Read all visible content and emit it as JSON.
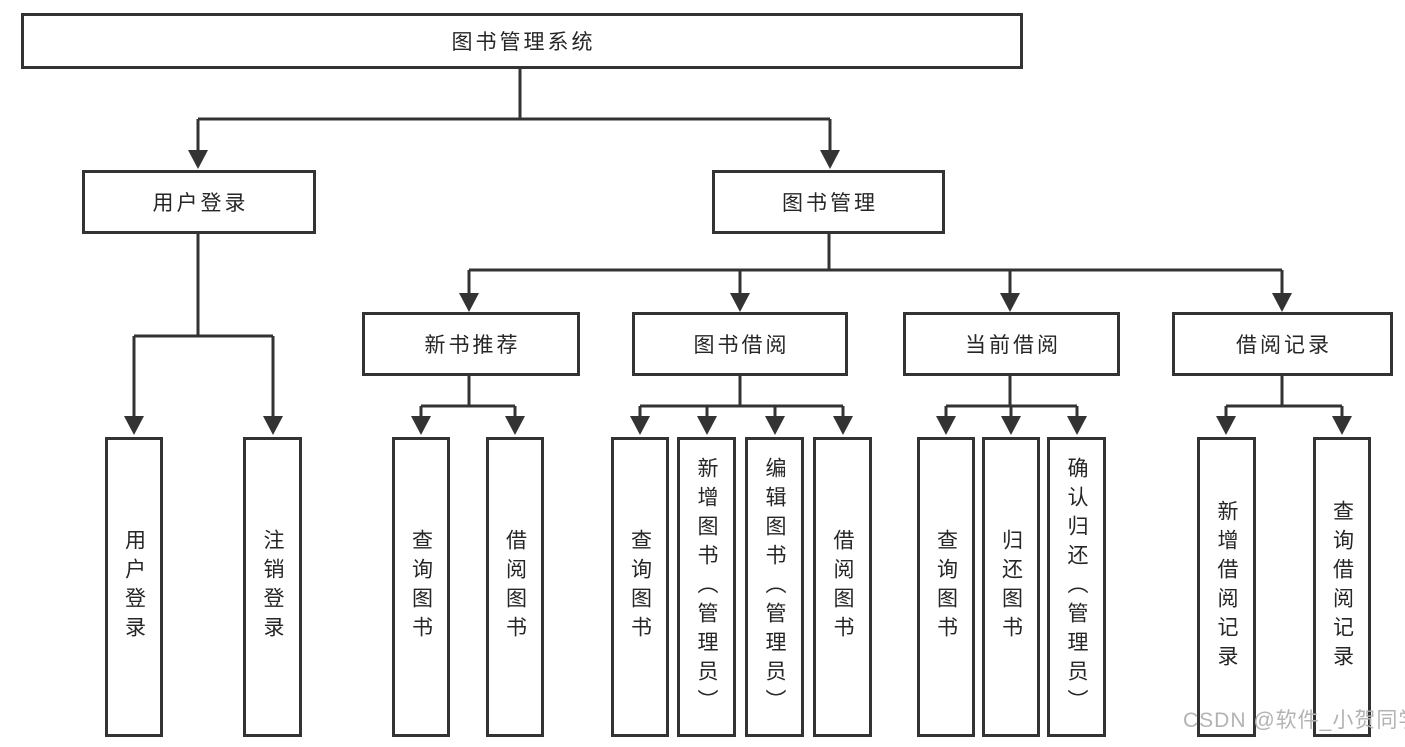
{
  "colors": {
    "line": "#333333",
    "text": "#262626",
    "watermark": "#b3b3b3",
    "background": "#ffffff"
  },
  "watermark": {
    "text": "CSDN @软件_小贺同学"
  },
  "diagram": {
    "type": "hierarchy",
    "root": {
      "label": "图书管理系统"
    },
    "branches": [
      {
        "label": "用户登录",
        "children": [
          {
            "label": "用户登录"
          },
          {
            "label": "注销登录"
          }
        ]
      },
      {
        "label": "图书管理",
        "children": [
          {
            "label": "新书推荐",
            "children": [
              {
                "label": "查询图书"
              },
              {
                "label": "借阅图书"
              }
            ]
          },
          {
            "label": "图书借阅",
            "children": [
              {
                "label": "查询图书"
              },
              {
                "label": "新增图书（管理员）"
              },
              {
                "label": "编辑图书（管理员）"
              },
              {
                "label": "借阅图书"
              }
            ]
          },
          {
            "label": "当前借阅",
            "children": [
              {
                "label": "查询图书"
              },
              {
                "label": "归还图书"
              },
              {
                "label": "确认归还（管理员）"
              }
            ]
          },
          {
            "label": "借阅记录",
            "children": [
              {
                "label": "新增借阅记录"
              },
              {
                "label": "查询借阅记录"
              }
            ]
          }
        ]
      }
    ]
  }
}
